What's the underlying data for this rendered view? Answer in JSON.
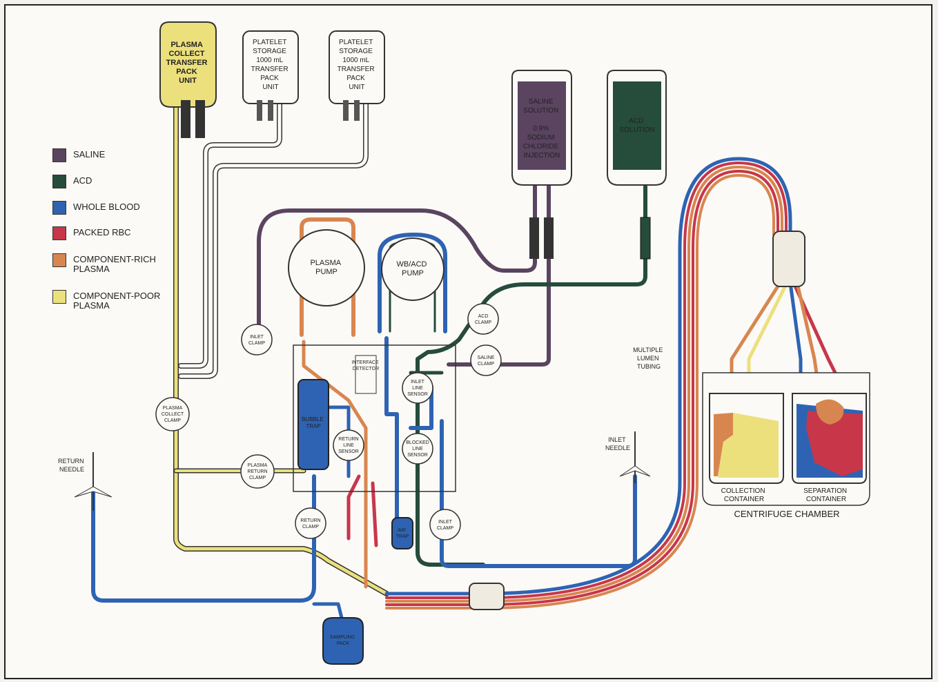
{
  "colors": {
    "saline": "#5a4460",
    "acd": "#264c3b",
    "whole_blood": "#2e63b3",
    "packed_rbc": "#c8364a",
    "component_rich": "#d8864f",
    "component_poor": "#ece07c"
  },
  "legend": [
    {
      "label": "SALINE",
      "color": "#5a4460"
    },
    {
      "label": "ACD",
      "color": "#264c3b"
    },
    {
      "label": "WHOLE BLOOD",
      "color": "#2e63b3"
    },
    {
      "label": "PACKED RBC",
      "color": "#c8364a"
    },
    {
      "label": "COMPONENT-RICH\nPLASMA",
      "color": "#d8864f"
    },
    {
      "label": "COMPONENT-POOR\nPLASMA",
      "color": "#ece07c"
    }
  ],
  "bags": {
    "plasma_collect": [
      "PLASMA",
      "COLLECT",
      "TRANSFER",
      "PACK",
      "UNIT"
    ],
    "platelet_1": [
      "PLATELET",
      "STORAGE",
      "1000 mL",
      "TRANSFER",
      "PACK",
      "UNIT"
    ],
    "platelet_2": [
      "PLATELET",
      "STORAGE",
      "1000 mL",
      "TRANSFER",
      "PACK",
      "UNIT"
    ],
    "saline": [
      "SALINE",
      "SOLUTION",
      "",
      "0.9%",
      "SODIUM",
      "CHLORIDE",
      "INJECTION"
    ],
    "acd": [
      "ACD",
      "SOLUTION"
    ],
    "sampling": [
      "SAMPLING",
      "PACK"
    ]
  },
  "pumps": {
    "plasma": [
      "PLASMA",
      "PUMP"
    ],
    "wb_acd": [
      "WB/ACD",
      "PUMP"
    ]
  },
  "clamps": {
    "inlet_clamp_top": [
      "INLET",
      "CLAMP"
    ],
    "acd_clamp": [
      "ACD",
      "CLAMP"
    ],
    "saline_clamp": [
      "SALINE",
      "CLAMP"
    ],
    "plasma_collect_clamp": [
      "PLASMA",
      "COLLECT",
      "CLAMP"
    ],
    "plasma_return_clamp": [
      "PLASMA",
      "RETURN",
      "CLAMP"
    ],
    "return_clamp": [
      "RETURN",
      "CLAMP"
    ],
    "inlet_clamp_bottom": [
      "INLET",
      "CLAMP"
    ]
  },
  "sensors": {
    "return_line": [
      "RETURN",
      "LINE",
      "SENSOR"
    ],
    "inlet_line": [
      "INLET",
      "LINE",
      "SENSOR"
    ],
    "blocked_line": [
      "BLOCKED",
      "LINE",
      "SENSOR"
    ]
  },
  "components": {
    "bubble_trap": [
      "BUBBLE",
      "TRAP"
    ],
    "air_trap": [
      "AIR",
      "TRAP"
    ],
    "interface_detector": [
      "INTERFACE",
      "DETECTOR"
    ]
  },
  "labels": {
    "return_needle": [
      "RETURN",
      "NEEDLE"
    ],
    "inlet_needle": [
      "INLET",
      "NEEDLE"
    ],
    "multiple_lumen": [
      "MULTIPLE",
      "LUMEN",
      "TUBING"
    ],
    "collection_container": [
      "COLLECTION",
      "CONTAINER"
    ],
    "separation_container": [
      "SEPARATION",
      "CONTAINER"
    ],
    "centrifuge_chamber": "CENTRIFUGE CHAMBER"
  }
}
